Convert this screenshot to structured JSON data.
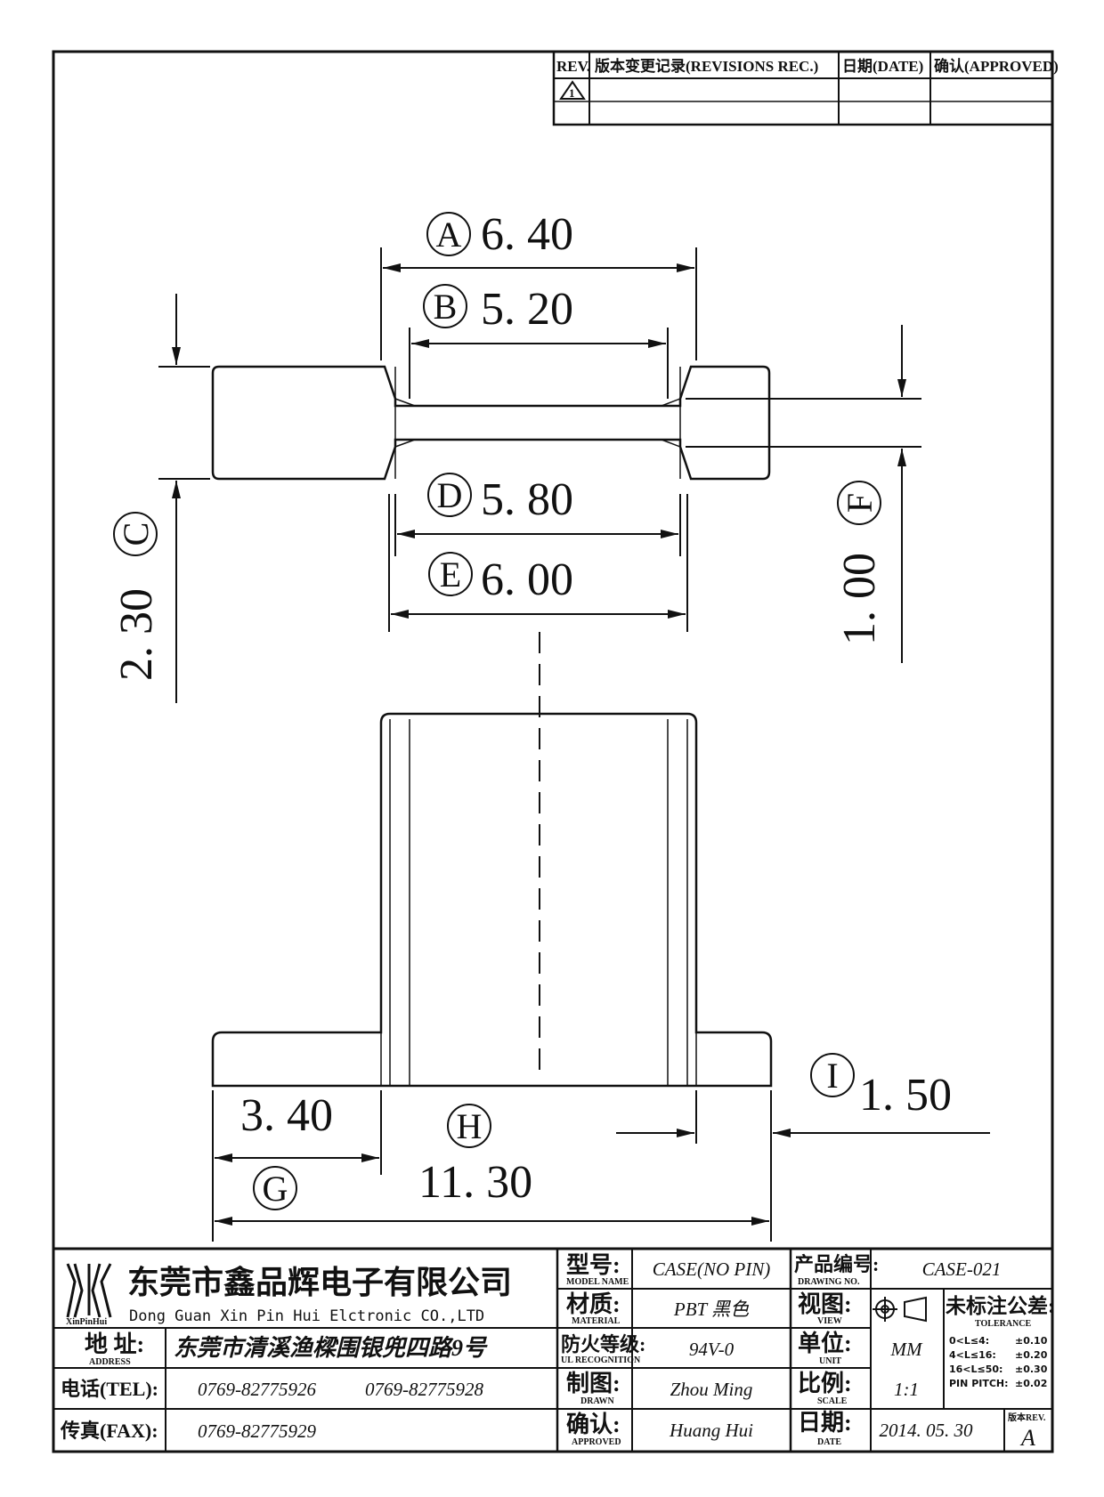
{
  "revision_table": {
    "headers": {
      "rev": "REV.",
      "record": "版本变更记录(REVISIONS REC.)",
      "date": "日期(DATE)",
      "approved": "确认(APPROVED)"
    },
    "rows": [
      {
        "rev": "1",
        "record": "",
        "date": "",
        "approved": ""
      }
    ]
  },
  "dimensions": {
    "A": {
      "letter": "A",
      "value": "6. 40"
    },
    "B": {
      "letter": "B",
      "value": "5. 20"
    },
    "C": {
      "letter": "C",
      "value": "2. 30"
    },
    "D": {
      "letter": "D",
      "value": "5. 80"
    },
    "E": {
      "letter": "E",
      "value": "6. 00"
    },
    "F": {
      "letter": "F",
      "value": "1. 00"
    },
    "G": {
      "letter": "G",
      "value": "3. 40"
    },
    "H": {
      "letter": "H",
      "value": "11. 30"
    },
    "I": {
      "letter": "I",
      "value": "1. 50"
    }
  },
  "title_block": {
    "company_cn": "东莞市鑫品辉电子有限公司",
    "company_en": "Dong Guan Xin Pin Hui Elctronic CO.,LTD",
    "logo_text": "XinPinHui",
    "address_label": "地 址:",
    "address_label_en": "ADDRESS",
    "address": "东莞市清溪渔樑围银兜四路9号",
    "tel_label": "电话(TEL):",
    "tel1": "0769-82775926",
    "tel2": "0769-82775928",
    "fax_label": "传真(FAX):",
    "fax": "0769-82775929",
    "model_label": "型号:",
    "model_label_en": "MODEL NAME",
    "model": "CASE(NO PIN)",
    "material_label": "材质:",
    "material_label_en": "MATERIAL",
    "material": "PBT 黑色",
    "fire_label": "防火等级:",
    "fire_label_en": "UL RECOGNITION",
    "fire": "94V-0",
    "drawn_label": "制图:",
    "drawn_label_en": "DRAWN",
    "drawn": "Zhou Ming",
    "approved_label": "确认:",
    "approved_label_en": "APPROVED",
    "approved": "Huang Hui",
    "drawing_no_label": "产品编号:",
    "drawing_no_label_en": "DRAWING NO.",
    "drawing_no": "CASE-021",
    "view_label": "视图:",
    "view_label_en": "VIEW",
    "unit_label": "单位:",
    "unit_label_en": "UNIT",
    "unit": "MM",
    "scale_label": "比例:",
    "scale_label_en": "SCALE",
    "scale": "1:1",
    "date_label": "日期:",
    "date_label_en": "DATE",
    "date": "2014. 05. 30",
    "tolerance_label": "未标注公差:",
    "tolerance_label_en": "TOLERANCE",
    "tolerances": [
      {
        "range": "0<L≤4:",
        "value": "±0.10"
      },
      {
        "range": "4<L≤16:",
        "value": "±0.20"
      },
      {
        "range": "16<L≤50:",
        "value": "±0.30"
      },
      {
        "range": "PIN PITCH:",
        "value": "±0.02"
      }
    ],
    "rev_label": "版本REV.",
    "rev": "A"
  }
}
